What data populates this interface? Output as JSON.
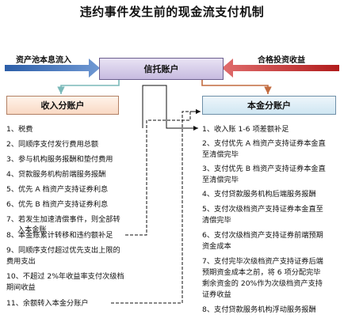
{
  "title": "违约事件发生前的现金流支付机制",
  "flows": {
    "left_label": "资产池本息流入",
    "right_label": "合格投资收益"
  },
  "boxes": {
    "trust": "信托账户",
    "income": "收入分账户",
    "principal": "本金分账户"
  },
  "income_items": [
    "1、税费",
    "2、同顺序支付发行费用总额",
    "3、参与机构服务报酬和垫付费用",
    "4、贷款服务机构前端服务报酬",
    "5、优先 A 档资产支持证券利息",
    "6、优先 B 档资产支持证券利息",
    "7、若发生加速清偿事件，则全部转",
    "入本金账",
    "8、本金账累计转移和违约额补足",
    "9、同顺序支付超过优先支出上限的",
    "费用支出",
    "10、不超过 2%年收益率支付次级档",
    "期间收益",
    "11、余额转入本金分账户"
  ],
  "principal_items": [
    "1、收入账 1-6 项差额补足",
    "2、支付优先 A 档资产支持证券本金直",
    "至清偿完毕",
    "3、支付优先 B 档资产支持证券本金直",
    "至清偿完毕",
    "4、支付贷款服务机构后端服务报酬",
    "5、支付次级档资产支持证券本金直至",
    "清偿完毕",
    "6、支付次级档资产支持证券前端预期",
    "资金成本",
    "7、支付完毕次级档资产支持证券后端",
    "预期资金成本之前，将 6 项分配完毕",
    "剩余资金的 20%作为次级档资产支持",
    "证券收益",
    "8、支付贷款服务机构浮动服务报酬"
  ]
}
